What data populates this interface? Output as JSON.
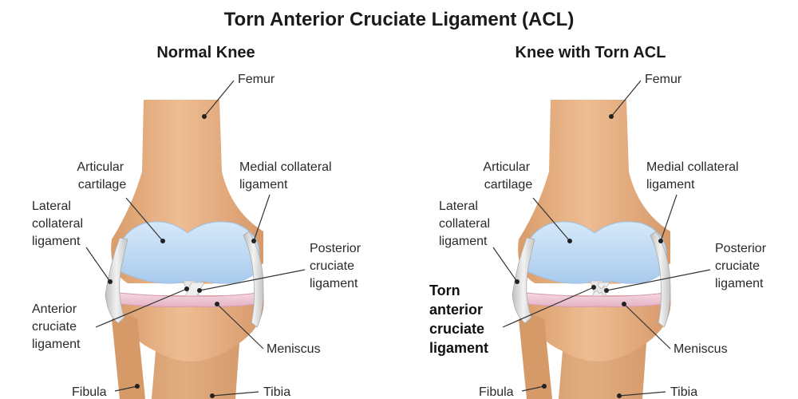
{
  "title": "Torn Anterior Cruciate Ligament (ACL)",
  "panels": [
    {
      "heading": "Normal Knee",
      "labels": {
        "femur": "Femur",
        "articular_cartilage": [
          "Articular",
          "cartilage"
        ],
        "medial_collateral": [
          "Medial collateral",
          "ligament"
        ],
        "lateral_collateral": [
          "Lateral",
          "collateral",
          "ligament"
        ],
        "posterior_cruciate": [
          "Posterior",
          "cruciate",
          "ligament"
        ],
        "anterior_cruciate": [
          "Anterior",
          "cruciate",
          "ligament"
        ],
        "meniscus": "Meniscus",
        "fibula": "Fibula",
        "tibia": "Tibia"
      }
    },
    {
      "heading": "Knee with Torn ACL",
      "labels": {
        "femur": "Femur",
        "articular_cartilage": [
          "Articular",
          "cartilage"
        ],
        "medial_collateral": [
          "Medial collateral",
          "ligament"
        ],
        "lateral_collateral": [
          "Lateral",
          "collateral",
          "ligament"
        ],
        "posterior_cruciate": [
          "Posterior",
          "cruciate",
          "ligament"
        ],
        "torn_anterior_cruciate": [
          "Torn",
          "anterior",
          "cruciate",
          "ligament"
        ],
        "meniscus": "Meniscus",
        "fibula": "Fibula",
        "tibia": "Tibia"
      }
    }
  ],
  "colors": {
    "bone": "#e2ad80",
    "bone_shadow": "#c98f5f",
    "cartilage": "#bcd8f3",
    "cartilage_edge": "#9cc1e6",
    "meniscus": "#efc6d3",
    "ligament": "#dcdcdc",
    "ink": "#1a1a1a"
  }
}
